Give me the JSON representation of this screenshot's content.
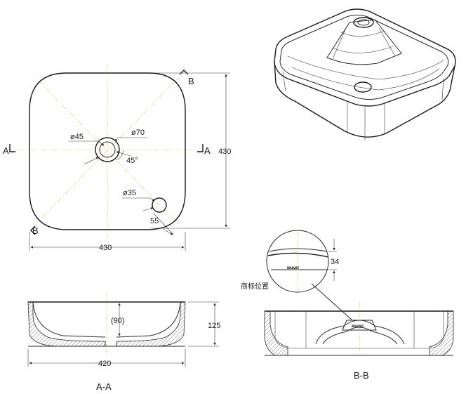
{
  "top_view": {
    "section_a_left": "A",
    "section_a_right": "A",
    "section_b_top": "B",
    "section_b_bottom": "B",
    "dim_drain_outer": "ø45",
    "dim_drain_inner": "ø70",
    "dim_angle": "45°",
    "dim_overflow": "ø35",
    "dim_overflow_offset": "55",
    "dim_width": "430",
    "dim_height": "430"
  },
  "section_aa": {
    "dim_depth_inner": "(90)",
    "dim_height": "125",
    "dim_width": "420",
    "label": "A-A"
  },
  "section_bb": {
    "dim_detail": "34",
    "logo_position_label": "商标位置",
    "logo_text": "BRAVAT",
    "label": "B-B"
  },
  "colors": {
    "line": "#2a2a2a",
    "centerline": "#d8c96a",
    "background": "#ffffff"
  }
}
